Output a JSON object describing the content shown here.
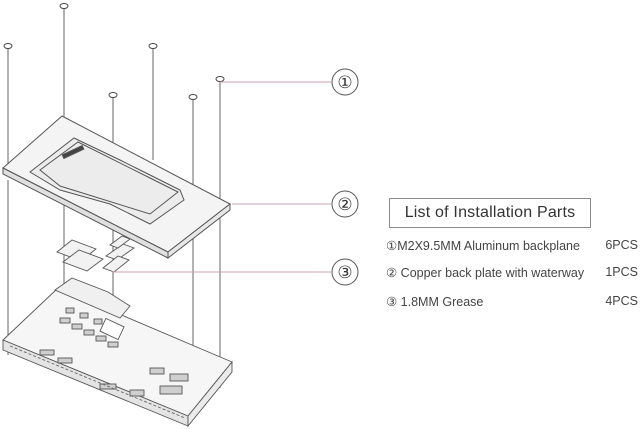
{
  "callouts": [
    "①",
    "②",
    "③"
  ],
  "list": {
    "title": "List of Installation Parts",
    "items": [
      {
        "description": "①M2X9.5MM  Aluminum backplane",
        "quantity": "6PCS"
      },
      {
        "description": "② Copper back plate with waterway",
        "quantity": "1PCS"
      },
      {
        "description": "③   1.8MM Grease",
        "quantity": "4PCS"
      }
    ]
  },
  "colors": {
    "line": "#555555",
    "leader": "#c9a0b4",
    "plate_fill": "#f4f4f4"
  },
  "icons": [
    "screw-icon"
  ]
}
